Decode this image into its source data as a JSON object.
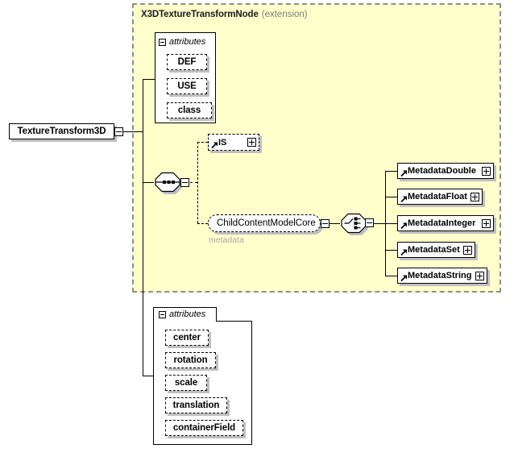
{
  "colors": {
    "extension_fill": "#ffffcc",
    "extension_border": "#8f8f8f",
    "node_shadow": "#bfbfbf",
    "annotation_text": "#a8a8a8",
    "suffix_text": "#7d7d7d"
  },
  "icons": {
    "collapse": "minus-box",
    "expand": "plus-box",
    "reference": "arrow-northeast",
    "sequence": "sequence-compositor",
    "choice": "choice-compositor"
  },
  "root_element": {
    "label": "TextureTransform3D"
  },
  "extension": {
    "title": "X3DTextureTransformNode",
    "suffix": "(extension)"
  },
  "top_attributes": {
    "header": "attributes",
    "items": [
      {
        "name": "DEF"
      },
      {
        "name": "USE"
      },
      {
        "name": "class"
      }
    ]
  },
  "is_reference": {
    "label": "IS"
  },
  "group_reference": {
    "label": "ChildContentModelCore",
    "annotation": "metadata"
  },
  "metadata_elements": [
    {
      "label": "MetadataDouble"
    },
    {
      "label": "MetadataFloat"
    },
    {
      "label": "MetadataInteger"
    },
    {
      "label": "MetadataSet"
    },
    {
      "label": "MetadataString"
    }
  ],
  "bottom_attributes": {
    "header": "attributes",
    "items": [
      {
        "name": "center"
      },
      {
        "name": "rotation"
      },
      {
        "name": "scale"
      },
      {
        "name": "translation"
      },
      {
        "name": "containerField"
      }
    ]
  }
}
